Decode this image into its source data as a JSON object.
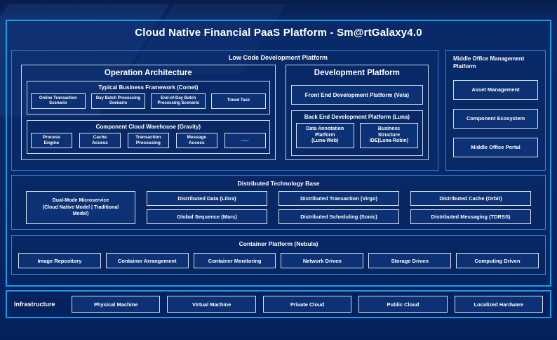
{
  "title": "Cloud Native Financial PaaS Platform - Sm@rtGalaxy4.0",
  "low_code": {
    "label": "Low Code Development Platform",
    "operation_architecture": {
      "title": "Operation Architecture",
      "typical_business_framework": {
        "title": "Typical Business Framework (Comet)",
        "items": [
          "Online Transaction\nScenario",
          "Day Batch Processing\nScenario",
          "End-of-Day Batch\nProcessing Scenario",
          "Timed Task"
        ]
      },
      "component_cloud_warehouse": {
        "title": "Component Cloud Warehouse (Gravity)",
        "items": [
          "Process\nEngine",
          "Cache\nAccess",
          "Transaction\nProcessing",
          "Message\nAccess",
          "......"
        ]
      }
    },
    "development_platform": {
      "title": "Development Platform",
      "front_end": "Front End Development Platform (Vela)",
      "back_end": {
        "title": "Back End Development Platform (Luna)",
        "items": [
          "Data Annotation\nPlatform\n(Luna-Web)",
          "Business\nStructure\nIDE(Luna-Robin)"
        ]
      }
    }
  },
  "middle_office": {
    "label": "Middle Office Management\nPlatform",
    "items": [
      "Asset Management",
      "Component Ecosystem",
      "Middle Office Portal"
    ]
  },
  "distributed_technology_base": {
    "label": "Distributed Technology Base",
    "dual_mode": "Dual-Mode Microservice\n(Cloud Native Model | Traditional\nModel)",
    "columns": [
      {
        "top": "Distributed Data (Libra)",
        "bottom": "Global Sequence (Mars)"
      },
      {
        "top": "Distributed Transaction (Virgo)",
        "bottom": "Distributed Scheduling (Sonic)"
      },
      {
        "top": "Distributed Cache (Orbit)",
        "bottom": "Distributed Messaging (TDRSS)"
      }
    ]
  },
  "container_platform": {
    "label": "Container Platform (Nebula)",
    "items": [
      "Image Repository",
      "Container Arrangement",
      "Container Monitoring",
      "Network Driven",
      "Storage Driven",
      "Computing Driven"
    ]
  },
  "infrastructure": {
    "label": "Infrastructure",
    "items": [
      "Physical Machine",
      "Virtual Machine",
      "Private Cloud",
      "Public Cloud",
      "Localized Hardware"
    ]
  },
  "colors": {
    "background": "#03215c",
    "accent_border": "#1d9ae9",
    "section_border": "#2f7fd9",
    "box_border": "#d7e1ef",
    "box_fill": "#0d3175",
    "text": "#ffffff"
  }
}
